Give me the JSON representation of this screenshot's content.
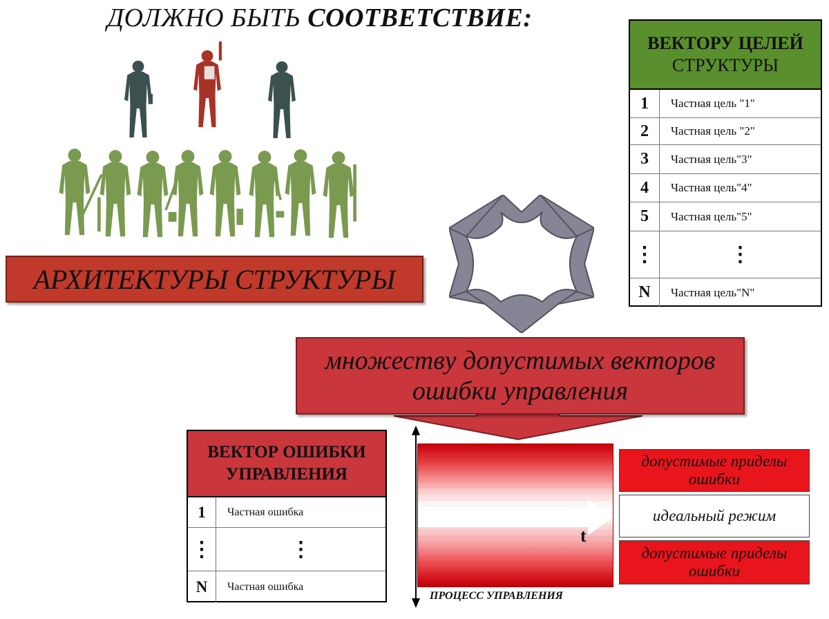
{
  "title": {
    "prefix": "ДОЛЖНО БЫТЬ ",
    "bold": "СООТВЕТСТВИЕ:"
  },
  "architecture_label": "АРХИТЕКТУРЫ СТРУКТУРЫ",
  "goals_table": {
    "header_line1": "ВЕКТОРУ ЦЕЛЕЙ",
    "header_line2": "СТРУКТУРЫ",
    "rows": [
      {
        "num": "1",
        "text": "Частная цель \"1\""
      },
      {
        "num": "2",
        "text": "Частная цель \"2\""
      },
      {
        "num": "3",
        "text": "Частная цель\"3\""
      },
      {
        "num": "4",
        "text": "Частная цель\"4\""
      },
      {
        "num": "5",
        "text": "Частная цель\"5\""
      },
      {
        "num": "⋮",
        "text": "⋮"
      },
      {
        "num": "N",
        "text": "Частная цель\"N\""
      }
    ]
  },
  "center_box": {
    "line1": "множеству допустимых векторов",
    "line2": "ошибки управления"
  },
  "error_table": {
    "header_line1": "ВЕКТОР ОШИБКИ",
    "header_line2": "УПРАВЛЕНИЯ",
    "rows": [
      {
        "num": "1",
        "text": "Частная ошибка"
      },
      {
        "num": "⋮",
        "text": "⋮"
      },
      {
        "num": "N",
        "text": "Частная ошибка"
      }
    ]
  },
  "process": {
    "time_label": "t",
    "caption": "ПРОЦЕСС УПРАВЛЕНИЯ"
  },
  "side_labels": {
    "top": {
      "line1": "допустимые приделы",
      "line2": "ошибки"
    },
    "middle": "идеальный режим",
    "bottom": {
      "line1": "допустимые приделы",
      "line2": "ошибки"
    }
  },
  "colors": {
    "goals_header": "#5a8f2e",
    "architecture_box": "#c0392b",
    "center_box": "#c9363c",
    "error_header": "#c9363c",
    "exchange_arrow": "#868596",
    "leader_silhouette": "#a93226",
    "manager_silhouette": "#3c5050",
    "worker_silhouette": "#7a9a50",
    "limit_box": "#e8151c"
  },
  "icons": [
    "worker-silhouette-icon",
    "leader-silhouette-icon",
    "manager-silhouette-icon",
    "four-way-arrow-icon",
    "time-arrow-icon"
  ]
}
